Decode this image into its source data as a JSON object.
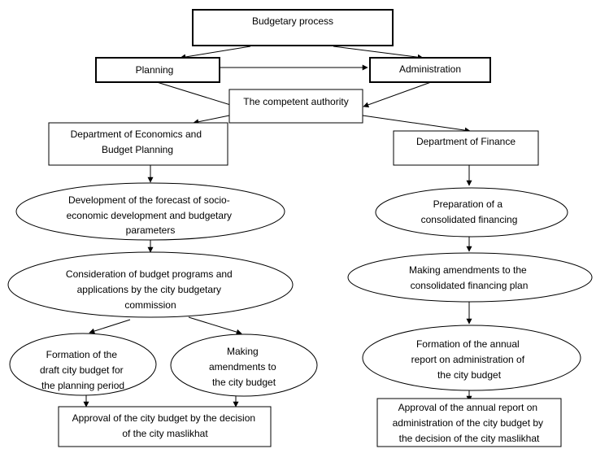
{
  "diagram": {
    "nodes": {
      "budgetary_process": {
        "lines": [
          "Budgetary process"
        ]
      },
      "planning": {
        "lines": [
          "Planning"
        ]
      },
      "administration": {
        "lines": [
          "Administration"
        ]
      },
      "competent_authority": {
        "lines": [
          "The competent authority"
        ]
      },
      "dept_economics": {
        "lines": [
          "Department of Economics and",
          "Budget Planning"
        ]
      },
      "dept_finance": {
        "lines": [
          "Department of Finance"
        ]
      },
      "forecast": {
        "lines": [
          "Development of the forecast of socio-",
          "economic development and budgetary",
          "parameters"
        ]
      },
      "consideration": {
        "lines": [
          "Consideration of budget programs and",
          "applications by the city budgetary",
          "commission"
        ]
      },
      "formation_draft": {
        "lines": [
          "Formation of the",
          "draft city budget for",
          "the planning period"
        ]
      },
      "amendments_budget": {
        "lines": [
          "Making",
          "amendments to",
          "the city budget"
        ]
      },
      "approval_budget": {
        "lines": [
          "Approval of the city budget by the decision",
          "of the city maslikhat"
        ]
      },
      "preparation": {
        "lines": [
          "Preparation of a",
          "consolidated financing"
        ]
      },
      "amendments_plan": {
        "lines": [
          "Making amendments to the",
          "consolidated financing plan"
        ]
      },
      "annual_report": {
        "lines": [
          "Formation of the annual",
          "report on administration of",
          "the city budget"
        ]
      },
      "approval_report": {
        "lines": [
          "Approval of the annual report on",
          "administration of the city budget by",
          "the decision of the city maslikhat"
        ]
      }
    }
  }
}
